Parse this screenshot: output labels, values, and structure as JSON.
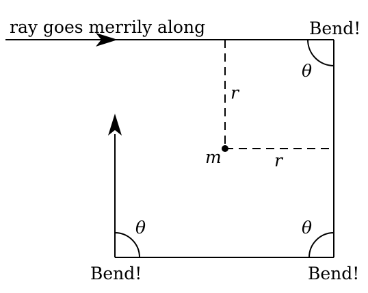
{
  "labels": {
    "ray_text": "ray goes merrily along",
    "bend_top_right": "Bend!",
    "bend_bottom_left": "Bend!",
    "bend_bottom_right": "Bend!",
    "theta_top_right": "θ",
    "theta_bottom_left": "θ",
    "theta_bottom_right": "θ",
    "radius_vertical": "r",
    "radius_horizontal": "r",
    "mass": "m"
  },
  "colors": {
    "stroke": "#000000",
    "background": "#ffffff"
  }
}
